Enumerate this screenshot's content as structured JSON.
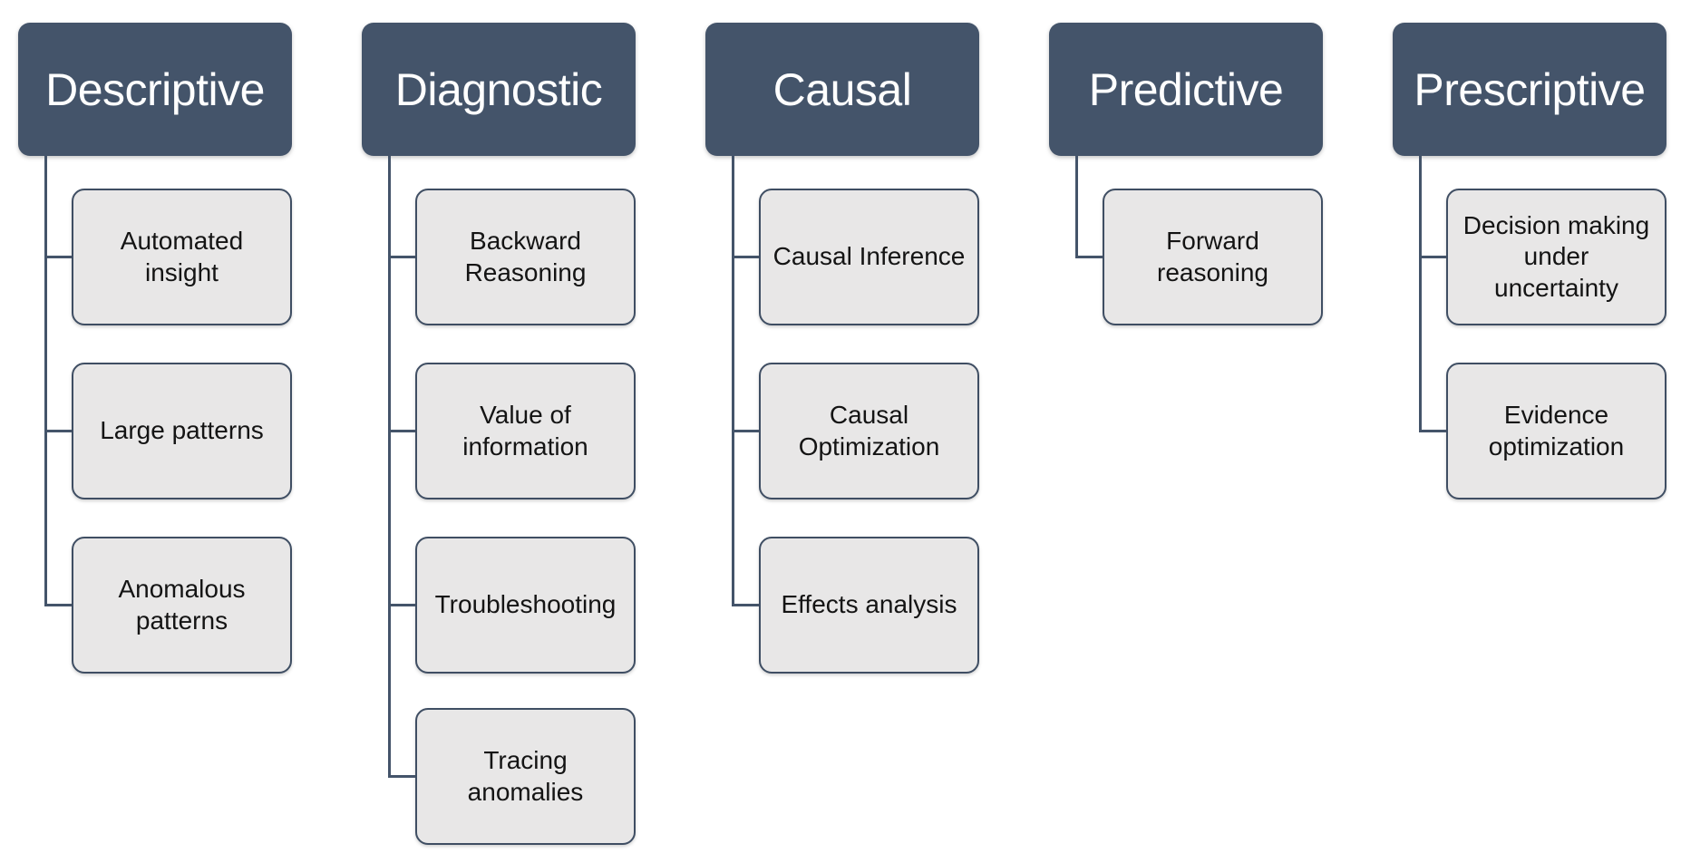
{
  "colors": {
    "header_fill": "#44546A",
    "header_text": "#FFFFFF",
    "child_fill": "#E8E7E7",
    "child_border": "#3F4E63",
    "child_text": "#141414",
    "connector": "#44546A",
    "background": "#FFFFFF"
  },
  "diagram_type": "hierarchy",
  "columns": [
    {
      "header": "Descriptive",
      "children": [
        "Automated\ninsight",
        "Large patterns",
        "Anomalous\npatterns"
      ]
    },
    {
      "header": "Diagnostic",
      "children": [
        "Backward\nReasoning",
        "Value of\ninformation",
        "Troubleshooting",
        "Tracing\nanomalies"
      ]
    },
    {
      "header": "Causal",
      "children": [
        "Causal Inference",
        "Causal\nOptimization",
        "Effects analysis"
      ]
    },
    {
      "header": "Predictive",
      "children": [
        "Forward\nreasoning"
      ]
    },
    {
      "header": "Prescriptive",
      "children": [
        "Decision making\nunder\nuncertainty",
        "Evidence\noptimization"
      ]
    }
  ]
}
